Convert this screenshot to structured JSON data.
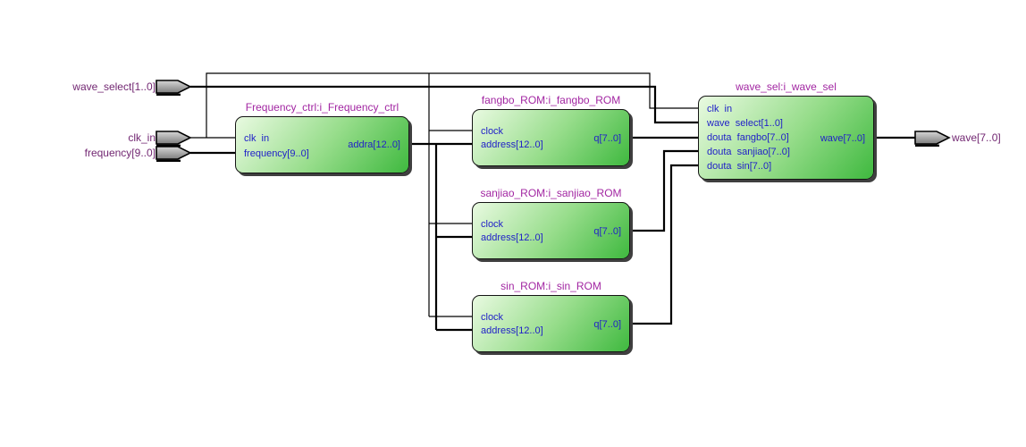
{
  "diagram": {
    "kind": "rtl-schematic",
    "input_ports": {
      "wave_select": {
        "label": "wave_select[1..0]"
      },
      "clk_in": {
        "label": "clk_in"
      },
      "frequency": {
        "label": "frequency[9..0]"
      }
    },
    "output_ports": {
      "wave": {
        "label": "wave[7..0]"
      }
    },
    "blocks": {
      "freq_ctrl": {
        "title": "Frequency_ctrl:i_Frequency_ctrl",
        "inputs": [
          "clk  in",
          "frequency[9..0]"
        ],
        "outputs": [
          "addra[12..0]"
        ]
      },
      "fangbo_rom": {
        "title": "fangbo_ROM:i_fangbo_ROM",
        "inputs": [
          "clock",
          "address[12..0]"
        ],
        "outputs": [
          "q[7..0]"
        ]
      },
      "sanjiao_rom": {
        "title": "sanjiao_ROM:i_sanjiao_ROM",
        "inputs": [
          "clock",
          "address[12..0]"
        ],
        "outputs": [
          "q[7..0]"
        ]
      },
      "sin_rom": {
        "title": "sin_ROM:i_sin_ROM",
        "inputs": [
          "clock",
          "address[12..0]"
        ],
        "outputs": [
          "q[7..0]"
        ]
      },
      "wave_sel": {
        "title": "wave_sel:i_wave_sel",
        "inputs": [
          "clk  in",
          "wave  select[1..0]",
          "douta  fangbo[7..0]",
          "douta  sanjiao[7..0]",
          "douta  sin[7..0]"
        ],
        "outputs": [
          "wave[7..0]"
        ]
      }
    },
    "nets": [
      "clk",
      "wave_select",
      "frequency",
      "addra",
      "fangbo_q",
      "sanjiao_q",
      "sin_q",
      "wave"
    ]
  },
  "colors": {
    "wire": "#000000",
    "title_text": "#A226A2",
    "pin_label_text": "#722772",
    "block_port_text": "#2121C8",
    "block_fill_light": "#E9FAE1",
    "block_fill_mid": "#97DD8B",
    "block_fill_dark": "#3FB93F",
    "block_shadow": "#3F3F3F",
    "port_symbol_fill": "#9E9E9E"
  }
}
